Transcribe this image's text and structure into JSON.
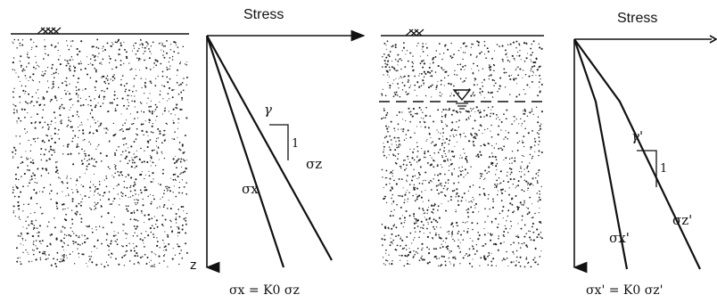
{
  "left_diagram": {
    "axis_title": "Stress",
    "depth_label": "z",
    "unit_weight_label": "γ",
    "slope_label": "1",
    "sigma_z_label": "σz",
    "sigma_x_label": "σx",
    "relation": "σx = K0 σz"
  },
  "right_diagram": {
    "axis_title": "Stress",
    "unit_weight_label": "γ'",
    "slope_label": "1",
    "sigma_z_label": "σz'",
    "sigma_x_label": "σx'",
    "relation": "σx' = K0 σz'"
  },
  "colors": {
    "ink": "#111111",
    "paper": "#ffffff"
  }
}
